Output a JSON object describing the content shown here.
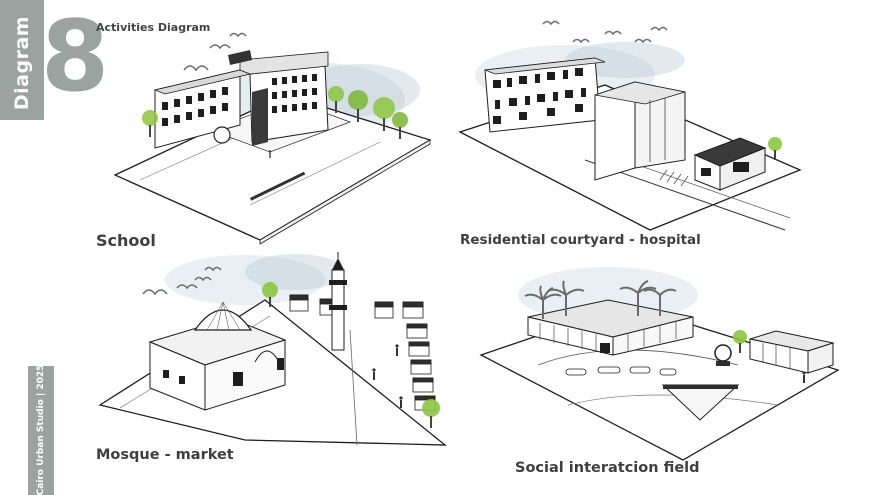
{
  "header": {
    "title": "Activities Diagram",
    "side_label": "Diagram",
    "number": "8"
  },
  "footer": {
    "credit": "Cairo Urban Studio | 2025"
  },
  "panels": [
    {
      "caption": "School"
    },
    {
      "caption": "Residential courtyard - hospital"
    },
    {
      "caption": "Mosque - market"
    },
    {
      "caption": "Social interatcion field"
    }
  ],
  "colors": {
    "accent_gray": "#9aa3a0",
    "ink": "#1e1e1e",
    "tree_green": "#8cc63f",
    "watercolor_blue": "#b8cfdc"
  },
  "icons": [
    "bird-icon",
    "tree-icon",
    "palm-tree-icon",
    "person-icon"
  ]
}
